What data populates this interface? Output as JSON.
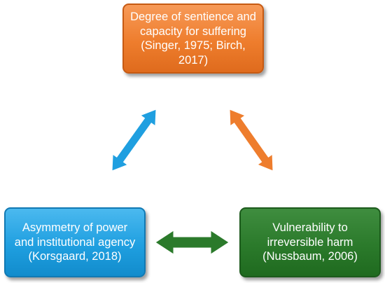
{
  "diagram": {
    "nodes": {
      "top": "Degree of sentience and capacity for suffering (Singer, 1975; Birch, 2017)",
      "left": "Asymmetry of power and institutional agency (Korsgaard, 2018)",
      "right": "Vulnerability to irreversible harm (Nussbaum, 2006)"
    },
    "colors": {
      "top_box": "#ee7d2d",
      "left_box": "#1f9fe0",
      "right_box": "#2b7a2b",
      "arrow_left": "#1f9fe0",
      "arrow_right": "#ee7d2d",
      "arrow_bottom": "#2b7a2b"
    }
  }
}
